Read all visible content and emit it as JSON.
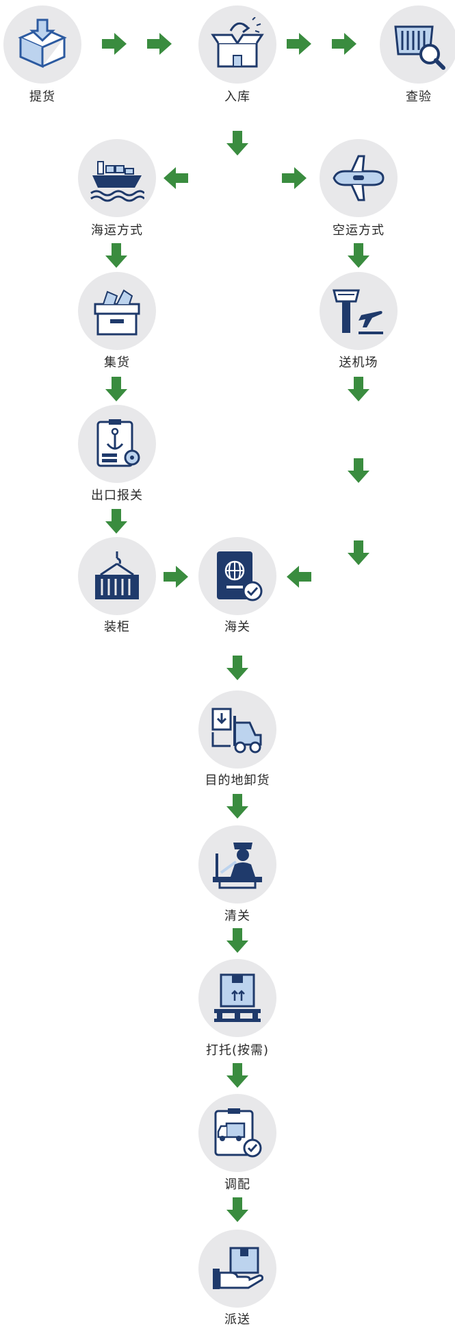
{
  "steps": {
    "pickup": "提货",
    "warehouse": "入库",
    "inspect": "查验",
    "sea": "海运方式",
    "air": "空运方式",
    "consolidate": "集货",
    "to_airport": "送机场",
    "export_decl": "出口报关",
    "load_container": "装柜",
    "customs": "海关",
    "dest_unload": "目的地卸货",
    "clearance": "清关",
    "palletize": "打托(按需)",
    "dispatch": "调配",
    "delivery": "派送"
  },
  "colors": {
    "arrow": "#3a8c3f",
    "icon_navy": "#1f3a6b",
    "icon_light": "#bcd3ee",
    "circle": "#e8e8ea"
  },
  "icons": [
    "box-download-icon",
    "box-open-icon",
    "container-search-icon",
    "cargo-ship-icon",
    "airplane-icon",
    "storage-box-icon",
    "control-tower-icon",
    "anchor-clipboard-icon",
    "hanging-container-icon",
    "passport-icon",
    "forklift-icon",
    "customs-officer-icon",
    "pallet-box-icon",
    "truck-clipboard-icon",
    "hand-package-icon"
  ]
}
